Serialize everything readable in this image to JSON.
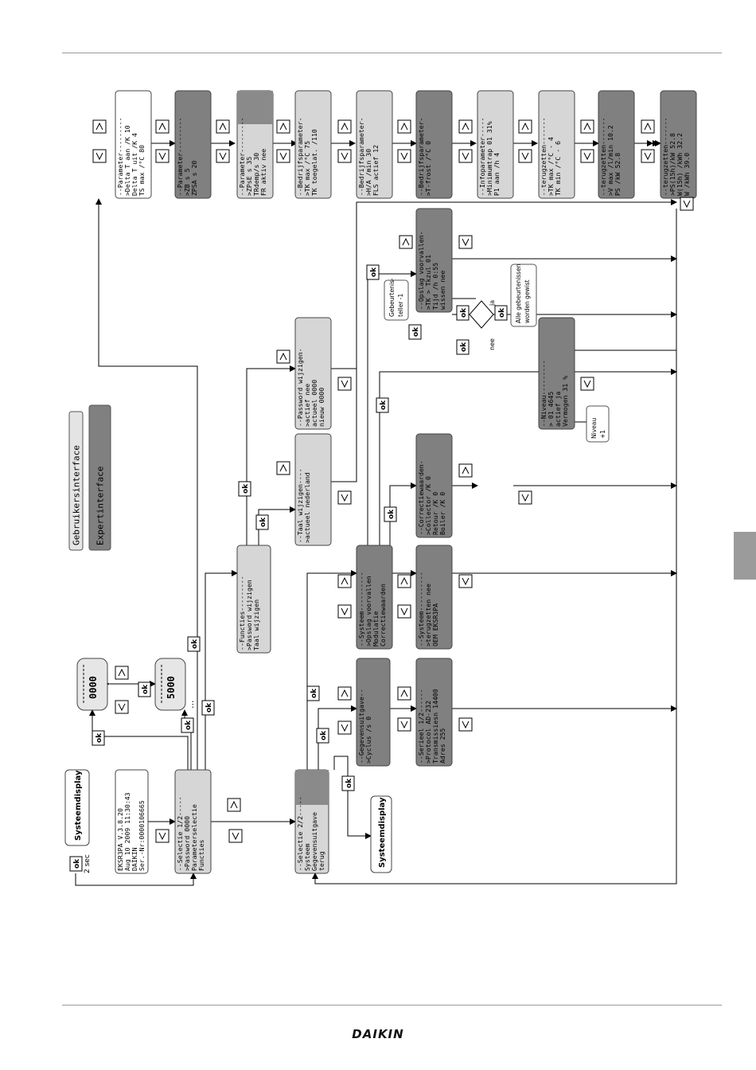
{
  "legend": {
    "user": "Gebruikersinterface",
    "expert": "Expertinterface"
  },
  "brand": "DAIKIN",
  "labels": {
    "ok": "ok",
    "up": "/\\",
    "down": "\\/",
    "two_sec": "2 sec",
    "systeemdisplay": "Systeemdisplay",
    "ja": "ja",
    "nee": "nee",
    "niveau_plus": [
      "Niveau",
      "+1"
    ],
    "gebeurtenis_teller": [
      "Gebeurtenis-",
      "teller -1"
    ],
    "alle_gewist": [
      "Alle gebeurtenissen",
      "worden gewist"
    ],
    "password_1": "0000",
    "password_2": "5000"
  },
  "screens": {
    "start": {
      "lines": [
        "EKSR3PA     V.3.8.20",
        "Aug 10 2009 11:30:43",
        "DAIKIN",
        "Ser.-Nr:0000106665"
      ]
    },
    "sel1": {
      "lines": [
        "--Selectie 1/2-----",
        ">Password        0000",
        " Parameterselectie",
        " Functies"
      ]
    },
    "sel2": {
      "lines": [
        "--Selectie 2/2-----",
        " Systeem",
        " Gegevensuitgave",
        " terug"
      ]
    },
    "functies": {
      "lines": [
        "--Functies---------",
        ">Password wijzigen",
        " Taal wijzigen"
      ]
    },
    "taal": {
      "lines": [
        "--Taal wijzigen----",
        ">actueel nederland"
      ]
    },
    "pwd": {
      "lines": [
        "--Password wijzigen-",
        ">actief       nee",
        " actueel      0000",
        " nieuw        0000"
      ]
    },
    "gegevens": {
      "lines": [
        "--Gegevensuitgave--",
        ">Cyclus /s      0"
      ]
    },
    "serieel": {
      "lines": [
        "--Serieel 1/2------",
        ">Protocol   AD-232",
        " Transmissiesn 14400",
        " Adres        255"
      ]
    },
    "systeem1": {
      "lines": [
        "--Systeem----------",
        ">Opslag voorvallen",
        " Modulatie",
        " Correctiewaarden"
      ]
    },
    "systeem2": {
      "lines": [
        "--Systeem----------",
        ">terugzetten    nee",
        " OEM        EKSR3PA"
      ]
    },
    "correctie": {
      "lines": [
        "--Correctiewaarden-",
        ">Collector  /K   0",
        " Retour     /K   0",
        " Boiler     /K   0"
      ]
    },
    "niveau": {
      "lines": [
        "--Niveau---------",
        ">  01       4645",
        "  actief      ja",
        "  Vermogen    31 %"
      ]
    },
    "opslag": {
      "lines": [
        "--Opslag voorvallen-",
        ">TK > Tkzul    01",
        " Tijd /h      0:55",
        " wissen        nee"
      ]
    },
    "p1": {
      "lines": [
        "--Parameter---------",
        ">Delta T aan /K  10",
        " Delta T uit /K   4",
        " TS max /°C      80"
      ]
    },
    "p2": {
      "lines": [
        "--Parameter---------",
        ">ZB   s           5",
        " ZPSA  s          20"
      ]
    },
    "p3": {
      "lines": [
        "--Parameter---------",
        ">ZPsE  s          35",
        " TRdemp/s         30",
        " FR aktiv        nee"
      ]
    },
    "p4": {
      "lines": [
        "--Bedrijfsparameter-",
        ">TK max /°C      75",
        " TK toegelat.   /110"
      ]
    },
    "p5": {
      "lines": [
        "--Bedrijfsparameter-",
        ">H/A /min        30",
        " FLS actief      12"
      ]
    },
    "p6": {
      "lines": [
        "--Bedrijfsparameter-",
        ">T-frost /°C      0"
      ]
    },
    "p7": {
      "lines": [
        "--Infoparameter-----",
        ">Minimumtrap 01  31%",
        " P1 aan /h        4"
      ]
    },
    "p8": {
      "lines": [
        "--terugzetten-------",
        ">TK max /°C     - 4",
        " TK min  /°C    - 6"
      ]
    },
    "p9": {
      "lines": [
        "--terugzetten-------",
        ">V  max /l/min  10.2",
        " PS    /kW      52.8"
      ]
    },
    "p10": {
      "lines": [
        "--terugzetten-------",
        ">PS(15h)/kW     52.8",
        " W(15h) /kWh    32.2",
        " W      /kWh    39.0"
      ]
    }
  }
}
